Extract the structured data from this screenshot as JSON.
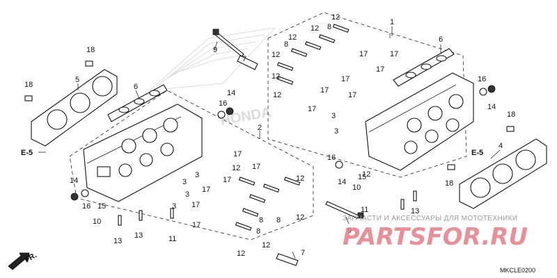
{
  "diagram": {
    "code": "MKCLE0200",
    "front_label": "FR.",
    "watermark_top": "ЗАПЧАСТИ И АКСЕССУАРЫ ДЛЯ МОТОТЕХНИКИ",
    "watermark_main": "PARTSFOR.RU",
    "ref_left": "E-5",
    "ref_right": "E-5",
    "callouts": [
      {
        "id": "c-1",
        "text": "1"
      },
      {
        "id": "c-2",
        "text": "2"
      },
      {
        "id": "c-3a",
        "text": "3"
      },
      {
        "id": "c-3b",
        "text": "3"
      },
      {
        "id": "c-3c",
        "text": "3"
      },
      {
        "id": "c-3d",
        "text": "3"
      },
      {
        "id": "c-3e",
        "text": "3"
      },
      {
        "id": "c-3f",
        "text": "3"
      },
      {
        "id": "c-4",
        "text": "4"
      },
      {
        "id": "c-5",
        "text": "5"
      },
      {
        "id": "c-6a",
        "text": "6"
      },
      {
        "id": "c-6b",
        "text": "6"
      },
      {
        "id": "c-7a",
        "text": "7"
      },
      {
        "id": "c-7b",
        "text": "7"
      },
      {
        "id": "c-8a",
        "text": "8"
      },
      {
        "id": "c-8b",
        "text": "8"
      },
      {
        "id": "c-8c",
        "text": "8"
      },
      {
        "id": "c-8d",
        "text": "8"
      },
      {
        "id": "c-8e",
        "text": "8"
      },
      {
        "id": "c-9a",
        "text": "9"
      },
      {
        "id": "c-9b",
        "text": "9"
      },
      {
        "id": "c-10a",
        "text": "10"
      },
      {
        "id": "c-10b",
        "text": "10"
      },
      {
        "id": "c-11a",
        "text": "11"
      },
      {
        "id": "c-11b",
        "text": "11"
      },
      {
        "id": "c-12a",
        "text": "12"
      },
      {
        "id": "c-12b",
        "text": "12"
      },
      {
        "id": "c-12c",
        "text": "12"
      },
      {
        "id": "c-12d",
        "text": "12"
      },
      {
        "id": "c-12e",
        "text": "12"
      },
      {
        "id": "c-12f",
        "text": "12"
      },
      {
        "id": "c-12g",
        "text": "12"
      },
      {
        "id": "c-12h",
        "text": "12"
      },
      {
        "id": "c-12i",
        "text": "12"
      },
      {
        "id": "c-12j",
        "text": "12"
      },
      {
        "id": "c-12k",
        "text": "12"
      },
      {
        "id": "c-12l",
        "text": "12"
      },
      {
        "id": "c-13a",
        "text": "13"
      },
      {
        "id": "c-13b",
        "text": "13"
      },
      {
        "id": "c-13c",
        "text": "13"
      },
      {
        "id": "c-14a",
        "text": "14"
      },
      {
        "id": "c-14b",
        "text": "14"
      },
      {
        "id": "c-14c",
        "text": "14"
      },
      {
        "id": "c-14d",
        "text": "14"
      },
      {
        "id": "c-15a",
        "text": "15"
      },
      {
        "id": "c-15b",
        "text": "15"
      },
      {
        "id": "c-16a",
        "text": "16"
      },
      {
        "id": "c-16b",
        "text": "16"
      },
      {
        "id": "c-16c",
        "text": "16"
      },
      {
        "id": "c-16d",
        "text": "16"
      },
      {
        "id": "c-17a",
        "text": "17"
      },
      {
        "id": "c-17b",
        "text": "17"
      },
      {
        "id": "c-17c",
        "text": "17"
      },
      {
        "id": "c-17d",
        "text": "17"
      },
      {
        "id": "c-17e",
        "text": "17"
      },
      {
        "id": "c-17f",
        "text": "17"
      },
      {
        "id": "c-17g",
        "text": "17"
      },
      {
        "id": "c-17h",
        "text": "17"
      },
      {
        "id": "c-17i",
        "text": "17"
      },
      {
        "id": "c-17j",
        "text": "17"
      },
      {
        "id": "c-17k",
        "text": "17"
      },
      {
        "id": "c-17l",
        "text": "17"
      },
      {
        "id": "c-17m",
        "text": "17"
      },
      {
        "id": "c-18a",
        "text": "18"
      },
      {
        "id": "c-18b",
        "text": "18"
      },
      {
        "id": "c-18c",
        "text": "18"
      },
      {
        "id": "c-18d",
        "text": "18"
      }
    ]
  }
}
